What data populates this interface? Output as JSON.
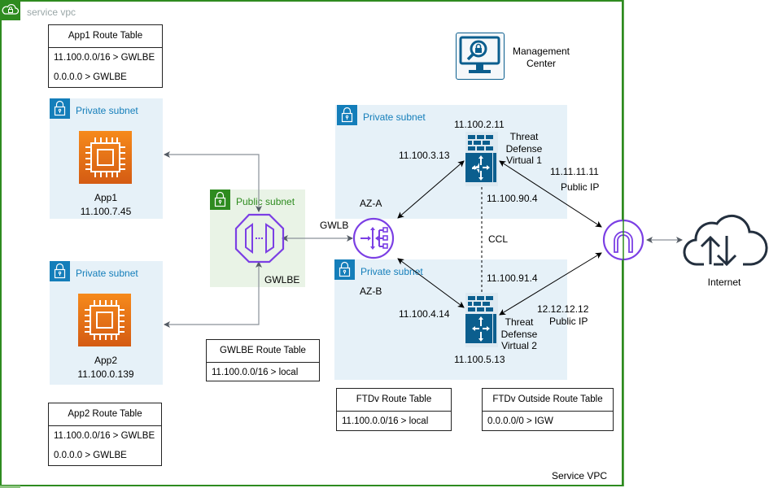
{
  "vpc": {
    "title": "service vpc",
    "footer_label": "Service VPC",
    "border_color": "#2e8b1f"
  },
  "colors": {
    "private_subnet_bg": "#e6f1f8",
    "public_subnet_bg": "#e9f3e6",
    "private_accent": "#147eba",
    "public_accent": "#2e8b1f",
    "gwlb_purple": "#7b3fe4",
    "firewall_blue": "#0b5e8e",
    "ec2_orange": "#e8761a"
  },
  "route_tables": {
    "app1": {
      "title": "App1 Route Table",
      "rows": [
        "11.100.0.0/16 >  GWLBE",
        "0.0.0.0 > GWLBE"
      ]
    },
    "app2": {
      "title": "App2 Route Table",
      "rows": [
        "11.100.0.0/16 >  GWLBE",
        "0.0.0.0 > GWLBE"
      ]
    },
    "gwlbe": {
      "title": "GWLBE Route Table",
      "rows": [
        "11.100.0.0/16 > local"
      ]
    },
    "ftdv": {
      "title": "FTDv Route Table",
      "rows": [
        "11.100.0.0/16 > local"
      ]
    },
    "ftdv_outside": {
      "title": "FTDv Outside Route Table",
      "rows": [
        "0.0.0.0/0 > IGW"
      ]
    }
  },
  "subnets": {
    "app1": {
      "label": "Private subnet"
    },
    "app2": {
      "label": "Private subnet"
    },
    "public": {
      "label": "Public subnet"
    },
    "az_a": {
      "label": "Private subnet",
      "az": "AZ-A"
    },
    "az_b": {
      "label": "Private subnet",
      "az": "AZ-B"
    }
  },
  "apps": {
    "app1": {
      "name": "App1",
      "ip": "11.100.7.45"
    },
    "app2": {
      "name": "App2",
      "ip": "11.100.0.139"
    }
  },
  "gwlbe": {
    "label": "GWLBE"
  },
  "gwlb": {
    "label": "GWLB"
  },
  "management": {
    "line1": "Management",
    "line2": "Center"
  },
  "ftdv1": {
    "top_ip": "11.100.2.11",
    "inside_ip": "11.100.3.13",
    "ccl_ip": "11.100.90.4",
    "name_lines": [
      "Threat",
      "Defense",
      "Virtual 1"
    ],
    "public_ip": "11.11.11.11",
    "public_label": "Public IP"
  },
  "ftdv2": {
    "ccl_ip": "11.100.91.4",
    "inside_ip": "11.100.4.14",
    "bottom_ip": "11.100.5.13",
    "name_lines": [
      "Threat",
      "Defense",
      "Virtual 2"
    ],
    "public_ip": "12.12.12.12",
    "public_label": "Public IP"
  },
  "ccl": {
    "label": "CCL"
  },
  "internet": {
    "label": "Internet"
  }
}
